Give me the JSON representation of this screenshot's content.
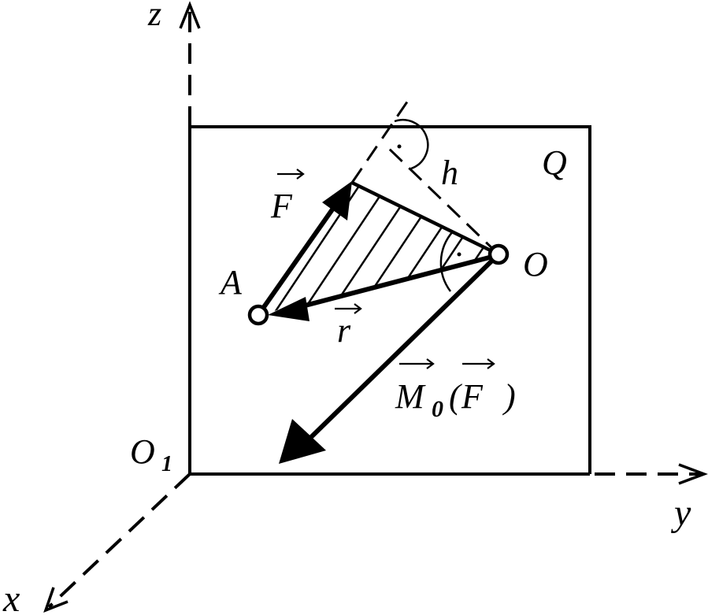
{
  "labels": {
    "z": "z",
    "y": "y",
    "x": "x",
    "plane": "Q",
    "h": "h",
    "origin": "O",
    "origin_1_letter": "O",
    "origin_1_sub": "1",
    "point_a": "A",
    "force": "F",
    "radius": "r",
    "moment_letter": "M",
    "moment_sub": "0",
    "moment_open": "(",
    "moment_F": "F",
    "moment_close": ")"
  },
  "colors": {
    "ink": "#000000",
    "background": "#ffffff"
  }
}
